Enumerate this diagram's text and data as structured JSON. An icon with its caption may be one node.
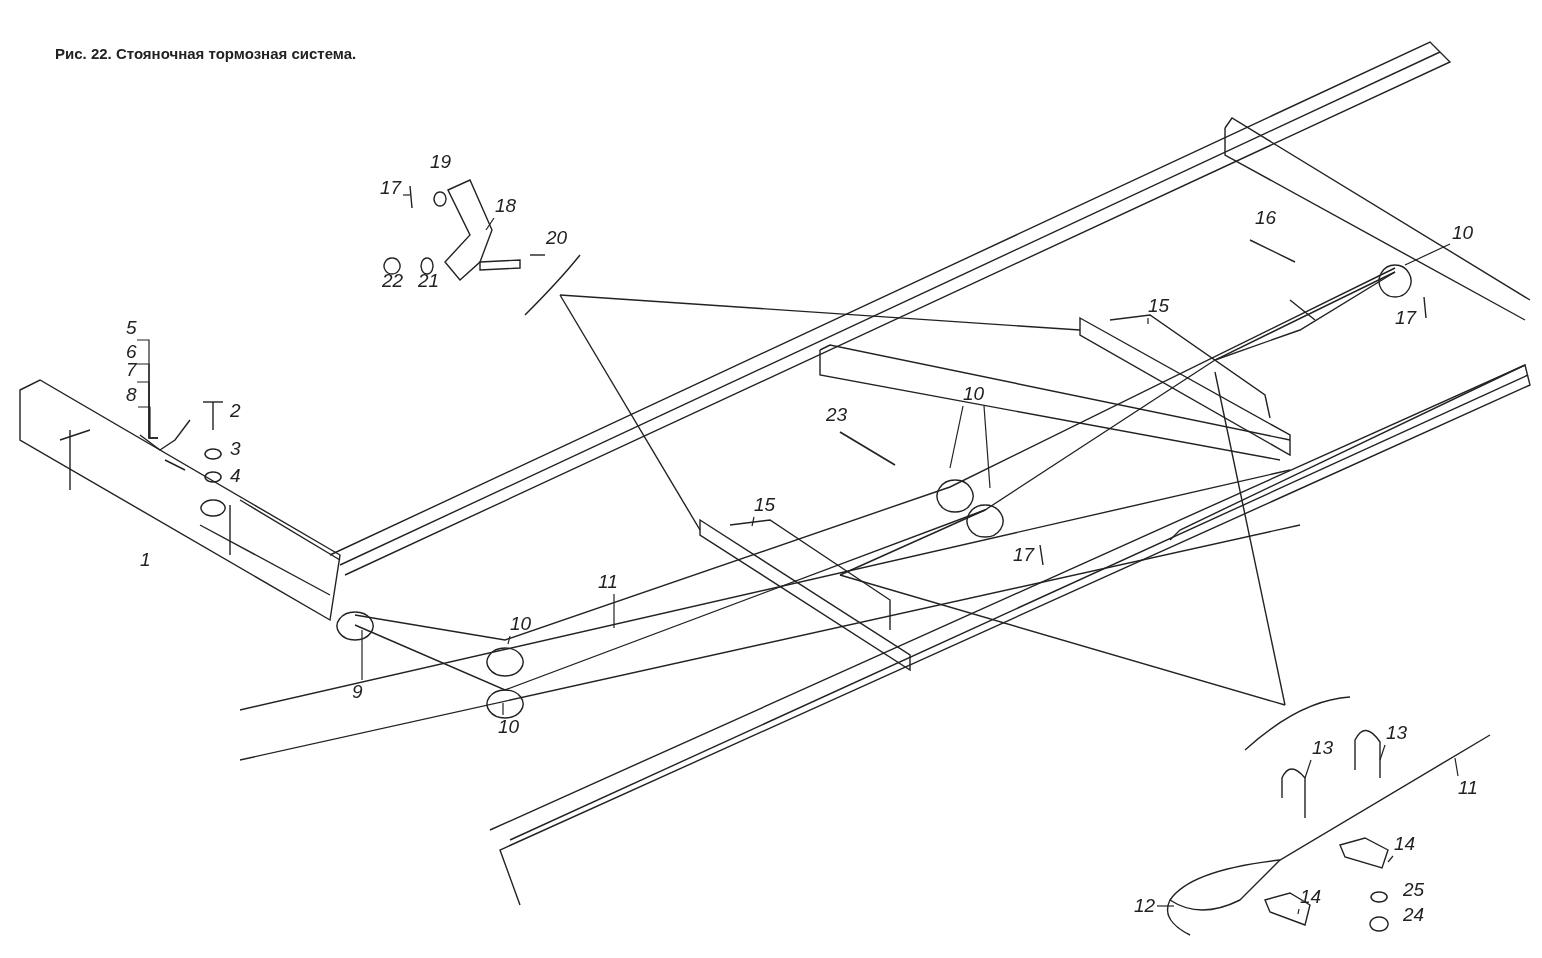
{
  "diagram": {
    "title": "Рис. 22. Стояночная тормозная система.",
    "nodes": [
      {
        "text": [
          "17"
        ]
      },
      {
        "text": [
          "18"
        ]
      },
      {
        "text": [
          "5"
        ]
      },
      {
        "text": [
          "6"
        ]
      },
      {
        "text": [
          "7"
        ]
      },
      {
        "text": [
          "8"
        ]
      },
      {
        "text": [
          "10"
        ]
      },
      {
        "text": [
          "15"
        ]
      },
      {
        "text": [
          "10"
        ]
      },
      {
        "text": [
          "15"
        ]
      },
      {
        "text": [
          "11"
        ]
      },
      {
        "text": [
          "9"
        ]
      },
      {
        "text": [
          "10"
        ]
      },
      {
        "text": [
          "10"
        ]
      },
      {
        "text": [
          "13"
        ]
      },
      {
        "text": [
          "13"
        ]
      },
      {
        "text": [
          "11"
        ]
      },
      {
        "text": [
          "12"
        ]
      },
      {
        "text": [
          "14"
        ]
      },
      {
        "text": [
          "14"
        ]
      }
    ],
    "edges": [
      {
        "from": 0,
        "to": null,
        "arrow": "none"
      },
      {
        "from": 1,
        "to": null,
        "arrow": "none"
      },
      {
        "from": 2,
        "to": null,
        "arrow": "none"
      },
      {
        "from": 3,
        "to": null,
        "arrow": "none"
      },
      {
        "from": 4,
        "to": null,
        "arrow": "none"
      },
      {
        "from": 5,
        "to": null,
        "arrow": "none"
      },
      {
        "from": 6,
        "to": null,
        "arrow": "none"
      },
      {
        "from": 7,
        "to": null,
        "arrow": "none"
      },
      {
        "from": 8,
        "to": null,
        "arrow": "none"
      },
      {
        "from": 8,
        "to": null,
        "arrow": "none"
      },
      {
        "from": 9,
        "to": null,
        "arrow": "none"
      },
      {
        "from": 10,
        "to": null,
        "arrow": "none"
      },
      {
        "from": 11,
        "to": null,
        "arrow": "none"
      },
      {
        "from": 12,
        "to": null,
        "arrow": "none"
      },
      {
        "from": 13,
        "to": null,
        "arrow": "none"
      },
      {
        "from": 14,
        "to": null,
        "arrow": "none"
      },
      {
        "from": 15,
        "to": null,
        "arrow": "none"
      },
      {
        "from": 16,
        "to": null,
        "arrow": "none"
      },
      {
        "from": 17,
        "to": null,
        "arrow": "none"
      },
      {
        "from": 18,
        "to": null,
        "arrow": "none"
      },
      {
        "from": 19,
        "to": null,
        "arrow": "none"
      }
    ],
    "labels": [
      "19",
      "16",
      "20",
      "22",
      "21",
      "2",
      "3",
      "4",
      "1",
      "17",
      "23",
      "17",
      "25",
      "24"
    ]
  }
}
